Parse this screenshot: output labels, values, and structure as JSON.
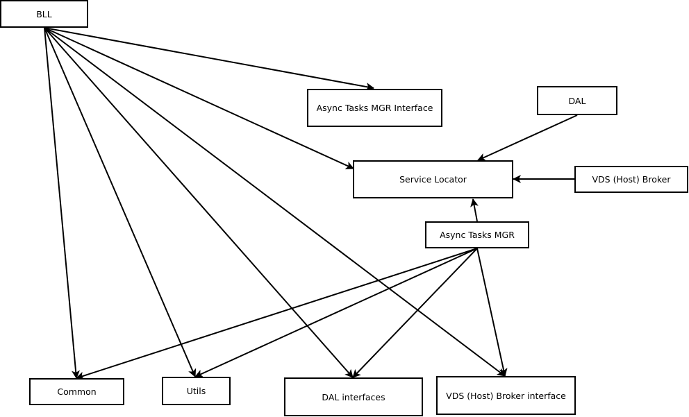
{
  "nodes": {
    "bll": "BLL",
    "async_tasks_mgr_interface": "Async Tasks MGR Interface",
    "dal": "DAL",
    "service_locator": "Service Locator",
    "vds_host_broker": "VDS (Host) Broker",
    "async_tasks_mgr": "Async Tasks MGR",
    "common": "Common",
    "utils": "Utils",
    "dal_interfaces": "DAL interfaces",
    "vds_host_broker_interface": "VDS (Host) Broker interface"
  },
  "edges": [
    {
      "from": "bll",
      "to": "async_tasks_mgr_interface"
    },
    {
      "from": "bll",
      "to": "service_locator"
    },
    {
      "from": "bll",
      "to": "common"
    },
    {
      "from": "bll",
      "to": "utils"
    },
    {
      "from": "bll",
      "to": "dal_interfaces"
    },
    {
      "from": "bll",
      "to": "vds_host_broker_interface"
    },
    {
      "from": "dal",
      "to": "service_locator"
    },
    {
      "from": "vds_host_broker",
      "to": "service_locator"
    },
    {
      "from": "async_tasks_mgr",
      "to": "service_locator"
    },
    {
      "from": "async_tasks_mgr",
      "to": "common"
    },
    {
      "from": "async_tasks_mgr",
      "to": "utils"
    },
    {
      "from": "async_tasks_mgr",
      "to": "dal_interfaces"
    },
    {
      "from": "async_tasks_mgr",
      "to": "vds_host_broker_interface"
    }
  ],
  "colors": {
    "stroke": "#000000",
    "fill": "#ffffff"
  }
}
